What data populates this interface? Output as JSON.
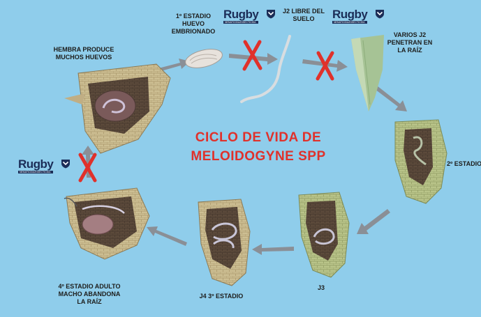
{
  "title": {
    "line1": "CICLO DE VIDA DE",
    "line2": "MELOIDOGYNE SPP"
  },
  "brand": {
    "name": "Rugby",
    "subtitle": "NEMATICIDA/INSECTICIDA"
  },
  "stages": {
    "egg": "1º ESTADIO HUEVO EMBRIONADO",
    "j2_soil": "J2 LIBRE DEL SUELO",
    "j2_penetrate": "VARIOS J2 PENETRAN EN LA RAÍZ",
    "second": "2º ESTADIO",
    "j3": "J3",
    "j4": "J4 3º ESTADIO",
    "adult": "4º ESTADIO ADULTO MACHO ABANDONA LA RAÍZ",
    "female": "HEMBRA PRODUCE MUCHOS HUEVOS"
  },
  "colors": {
    "background": "#8fcdeb",
    "title": "#e0312b",
    "brand": "#1b2d57",
    "block_x": "#e0312b",
    "arrow": "#8a8f96"
  }
}
